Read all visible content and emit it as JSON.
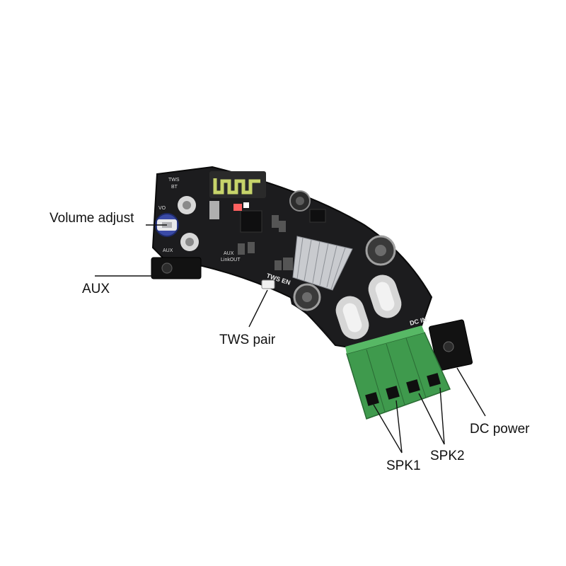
{
  "callouts": {
    "volume": "Volume adjust",
    "aux": "AUX",
    "tws": "TWS pair",
    "dc": "DC power",
    "spk1": "SPK1",
    "spk2": "SPK2"
  },
  "silkscreen": {
    "tws_en": "TWS EN",
    "dc_in": "DC IN",
    "aux_linkout": "AUX",
    "linkout": "LinkOUT",
    "aux_small": "AUX",
    "tws_small": "TWS",
    "bt_small": "BT",
    "vol_small": "VO"
  },
  "colors": {
    "pcb": "#1c1c1e",
    "terminal": "#3f9a4d",
    "heatsink": "#c9cbcf",
    "antenna": "#c7d46a"
  }
}
